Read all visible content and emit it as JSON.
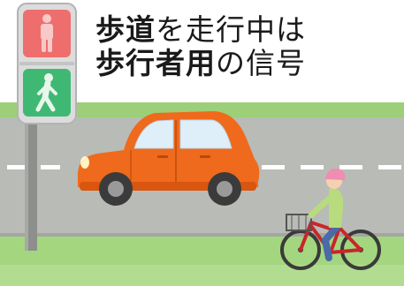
{
  "caption": {
    "line1_bold": "歩道",
    "line1_rest": "を走行中は",
    "line2_bold": "歩行者用",
    "line2_rest": "の信号"
  },
  "colors": {
    "road": "#b9bbb7",
    "grass": "#9ccf78",
    "car": "#ef6a1c",
    "signal_red": "#ee6e6e",
    "signal_green": "#3fb874",
    "pole": "#8d8f8c",
    "bicycle": "#c8262b",
    "cyclist_shirt": "#b8db7d",
    "helmet": "#f08db0"
  },
  "icons": {
    "red_signal": "pedestrian-standing-icon",
    "green_signal": "pedestrian-walking-icon"
  }
}
